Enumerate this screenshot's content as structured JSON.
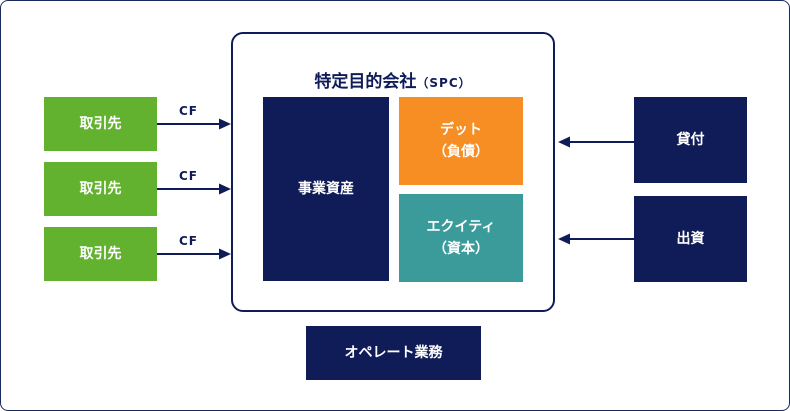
{
  "spc": {
    "title": "特定目的会社",
    "subtitle": "（SPC）"
  },
  "counterparties": [
    {
      "label": "取引先",
      "flow": "CF"
    },
    {
      "label": "取引先",
      "flow": "CF"
    },
    {
      "label": "取引先",
      "flow": "CF"
    }
  ],
  "assets": {
    "label": "事業資産"
  },
  "debt": {
    "line1": "デット",
    "line2": "（負債）"
  },
  "equity": {
    "line1": "エクイティ",
    "line2": "（資本）"
  },
  "funding": [
    {
      "label": "貸付"
    },
    {
      "label": "出資"
    }
  ],
  "operations": {
    "label": "オペレート業務"
  },
  "colors": {
    "navy": "#101c58",
    "green": "#62b22f",
    "orange": "#f68e24",
    "teal": "#3b9b9b"
  }
}
